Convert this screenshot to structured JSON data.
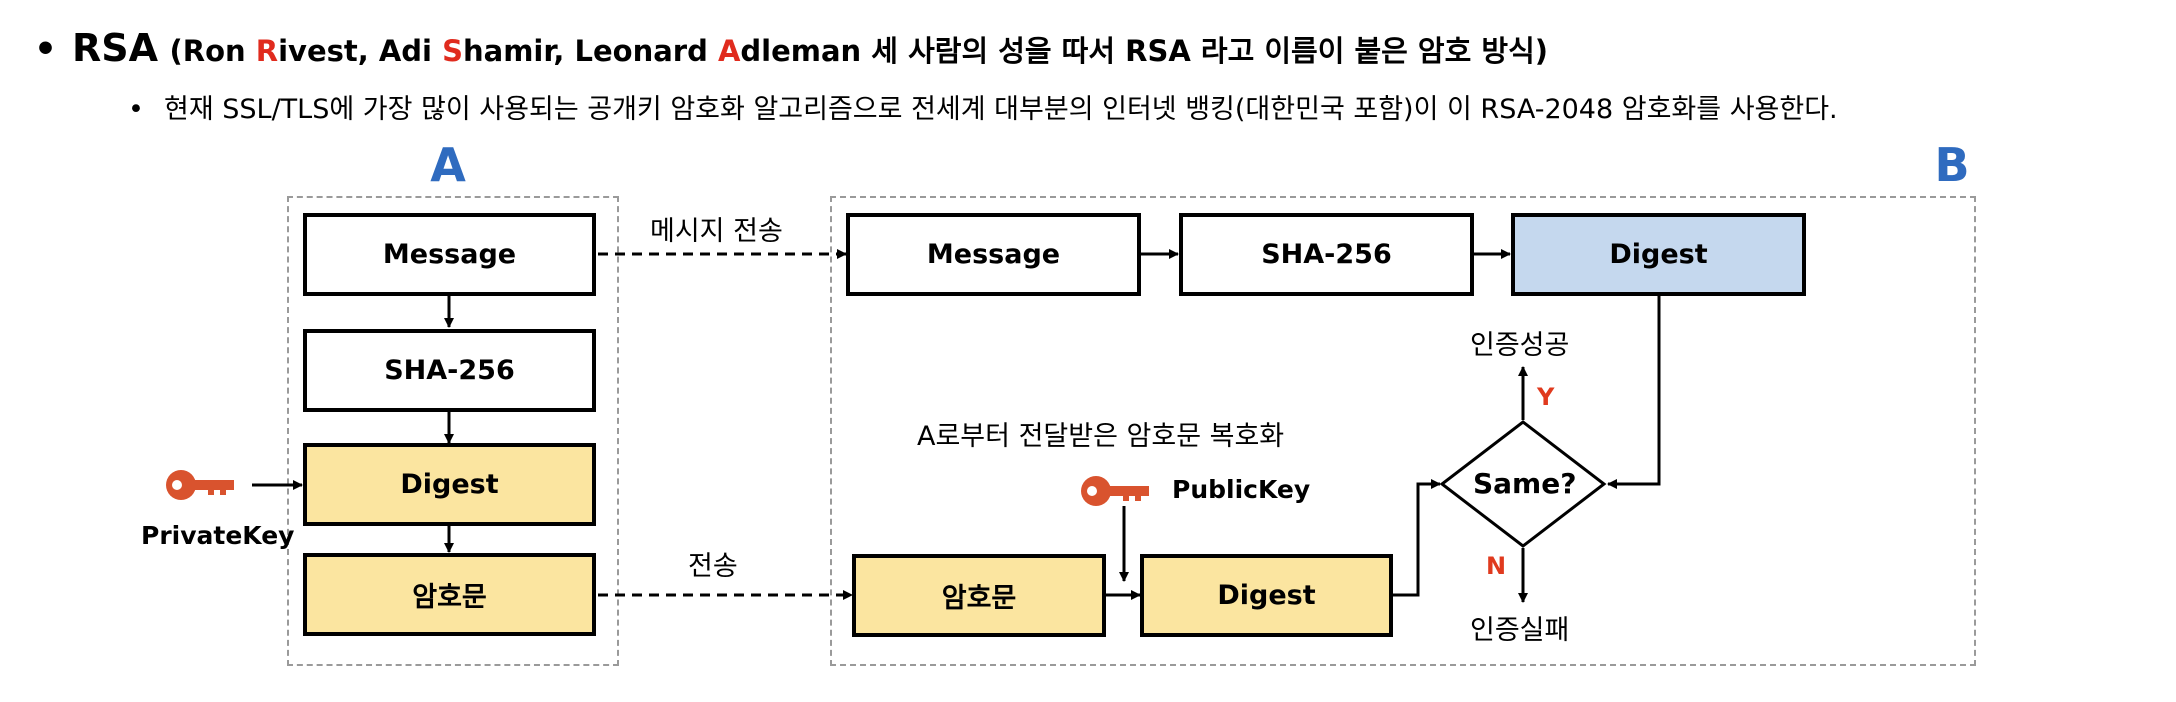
{
  "header": {
    "bullet1": "•",
    "title_word": "RSA",
    "paren_open": "(Ron ",
    "r_letter": "R",
    "paren_mid1": "ivest, Adi ",
    "s_letter": "S",
    "paren_mid2": "hamir, Leonard ",
    "a_letter": "A",
    "paren_rest": "dleman 세 사람의 성을 따서 RSA 라고 이름이 붙은 암호 방식)",
    "bullet2": "•",
    "description": "현재 SSL/TLS에 가장 많이 사용되는 공개키 암호화 알고리즘으로 전세계 대부분의 인터넷 뱅킹(대한민국 포함)이 이 RSA-2048 암호화를 사용한다."
  },
  "group_a": {
    "label": "A",
    "message": "Message",
    "sha": "SHA-256",
    "digest": "Digest",
    "ciphertext": "암호문",
    "private_key_label": "PrivateKey"
  },
  "group_b": {
    "label": "B",
    "message": "Message",
    "sha": "SHA-256",
    "digest_top": "Digest",
    "ciphertext": "암호문",
    "digest_bottom": "Digest",
    "public_key_label": "PublicKey",
    "decrypt_caption": "A로부터 전달받은 암호문 복호화",
    "decision": "Same?",
    "yes": "Y",
    "no": "N",
    "success": "인증성공",
    "fail": "인증실패"
  },
  "edges": {
    "message_send": "메시지 전송",
    "send": "전송"
  },
  "colors": {
    "accent_blue": "#2f6bbf",
    "highlight_red": "#e02b1e",
    "box_yellow": "#fbe5a0",
    "box_blue": "#c5d8ee",
    "key_color": "#d9532e",
    "dashed_border": "#9a9a9a"
  },
  "icons": [
    "key-icon"
  ]
}
